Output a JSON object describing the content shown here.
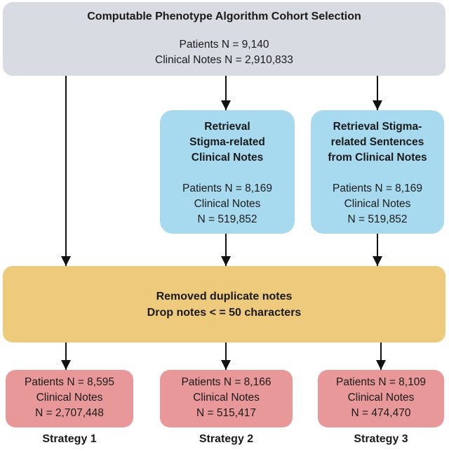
{
  "diagram_title": "Computable Phenotype Algorithm Cohort Selection",
  "colors": {
    "cohort_box_bg": "#d8dbe1",
    "retrieval_box_bg": "#a7daef",
    "filter_box_bg": "#eeca7d",
    "result_box_bg": "#e99899",
    "arrow": "#111111",
    "text": "#1a1a1a",
    "page_bg": "#ffffff"
  },
  "cohort_box": {
    "title": "Computable Phenotype Algorithm Cohort Selection",
    "stats": [
      "Patients N = 9,140",
      "Clinical Notes N = 2,910,833"
    ]
  },
  "retrieval_boxes": [
    {
      "header": [
        "Retrieval",
        "Stigma-related",
        "Clinical Notes"
      ],
      "stats": [
        "Patients N = 8,169",
        "Clinical Notes",
        "N = 519,852"
      ]
    },
    {
      "header": [
        "Retrieval Stigma-",
        "related Sentences",
        "from Clinical Notes"
      ],
      "stats": [
        "Patients N = 8,169",
        "Clinical Notes",
        "N = 519,852"
      ]
    }
  ],
  "filter_box": {
    "lines": [
      "Removed duplicate notes",
      "Drop notes < = 50 characters"
    ]
  },
  "result_boxes": [
    {
      "stats": [
        "Patients N = 8,595",
        "Clinical Notes",
        "N = 2,707,448"
      ],
      "label": "Strategy 1"
    },
    {
      "stats": [
        "Patients N = 8,166",
        "Clinical Notes",
        "N = 515,417"
      ],
      "label": "Strategy 2"
    },
    {
      "stats": [
        "Patients N = 8,109",
        "Clinical Notes",
        "N = 474,470"
      ],
      "label": "Strategy 3"
    }
  ]
}
